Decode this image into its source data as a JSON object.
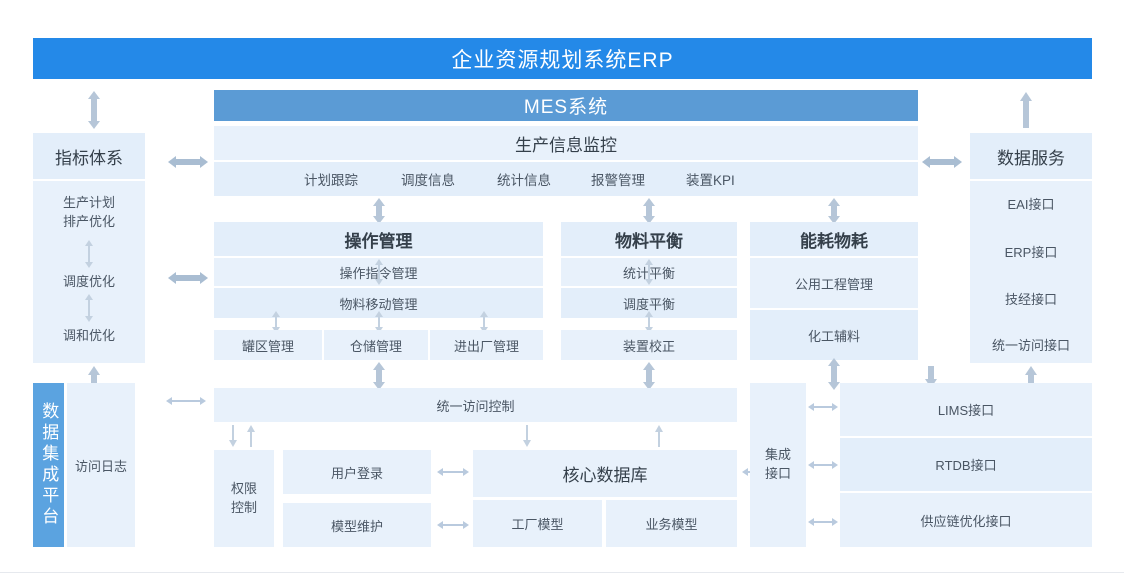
{
  "diagram": {
    "title": "企业资源规划系统ERP",
    "mes": {
      "title": "MES系统"
    },
    "top_monitor": {
      "title": "生产信息监控",
      "items": [
        "计划跟踪",
        "调度信息",
        "统计信息",
        "报警管理",
        "装置KPI"
      ]
    },
    "left_column": {
      "title": "指标体系",
      "items": [
        "生产计划",
        "排产优化",
        "调度优化",
        "调和优化"
      ],
      "item_groups": [
        {
          "lines": [
            "生产计划",
            "排产优化"
          ]
        },
        {
          "lines": [
            "调度优化"
          ]
        },
        {
          "lines": [
            "调和优化"
          ]
        }
      ]
    },
    "right_column": {
      "title": "数据服务",
      "items": [
        "EAI接口",
        "ERP接口",
        "技经接口",
        "统一访问接口"
      ]
    },
    "middle_panels": [
      {
        "title": "操作管理",
        "rows": [
          "操作指令管理",
          "物料移动管理"
        ],
        "leaf_row": [
          "罐区管理",
          "仓储管理",
          "进出厂管理"
        ]
      },
      {
        "title": "物料平衡",
        "rows": [
          "统计平衡",
          "调度平衡",
          "装置校正"
        ],
        "leaf_row": []
      },
      {
        "title": "能耗物耗",
        "rows": [
          "公用工程管理",
          "化工辅料"
        ],
        "leaf_row": []
      }
    ],
    "platform_bar": {
      "label": "数据集成平台"
    },
    "access_log": {
      "label": "访问日志"
    },
    "unified_access": {
      "label": "统一访问控制"
    },
    "permission": {
      "label": "权限控制",
      "lines": [
        "权限",
        "控制"
      ]
    },
    "auth_blocks": [
      "用户登录",
      "模型维护"
    ],
    "core_db": {
      "title": "核心数据库",
      "models": [
        "工厂模型",
        "业务模型"
      ]
    },
    "integration": {
      "label": "集成接口",
      "lines": [
        "集成",
        "接口"
      ]
    },
    "interfaces": [
      "LIMS接口",
      "RTDB接口",
      "供应链优化接口"
    ],
    "colors": {
      "erp_bar": "#2489e8",
      "mes_bar": "#5b9bd5",
      "platform_bar": "#5ba3e0",
      "panel_light": "#e8f1fb",
      "panel_light_alt": "#e3eefa",
      "arrow": "#b6c6d8",
      "text": "#3f4a55"
    }
  }
}
